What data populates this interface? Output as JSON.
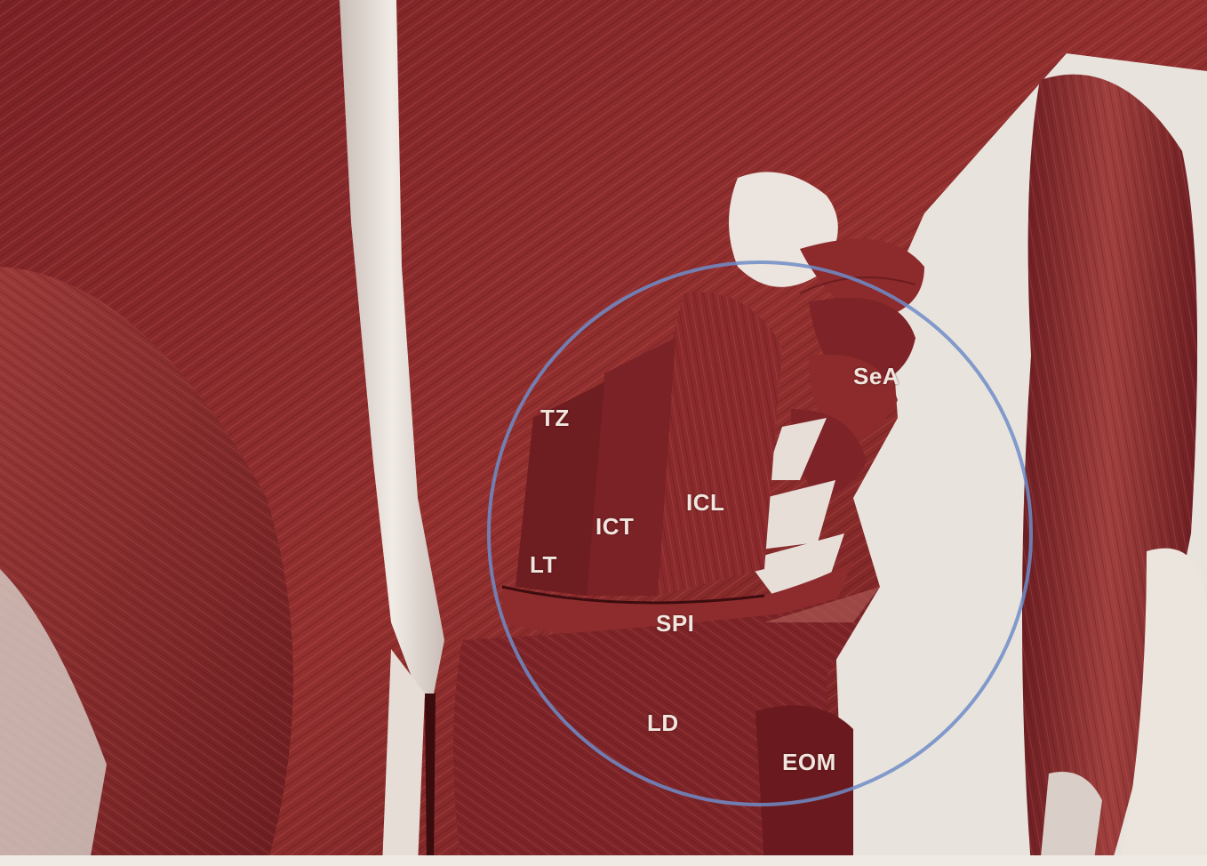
{
  "labels": {
    "tz": "TZ",
    "sea": "SeA",
    "icl": "ICL",
    "ict": "ICT",
    "lt": "LT",
    "spi": "SPI",
    "ld": "LD",
    "eom": "EOM"
  },
  "colors": {
    "muscle_dark": "#5a1418",
    "muscle_mid": "#8a2a2c",
    "muscle_light": "#a8403e",
    "tendon": "#e9e2dc",
    "background": "#e8e3dc",
    "circle": "#6f8cc8"
  }
}
